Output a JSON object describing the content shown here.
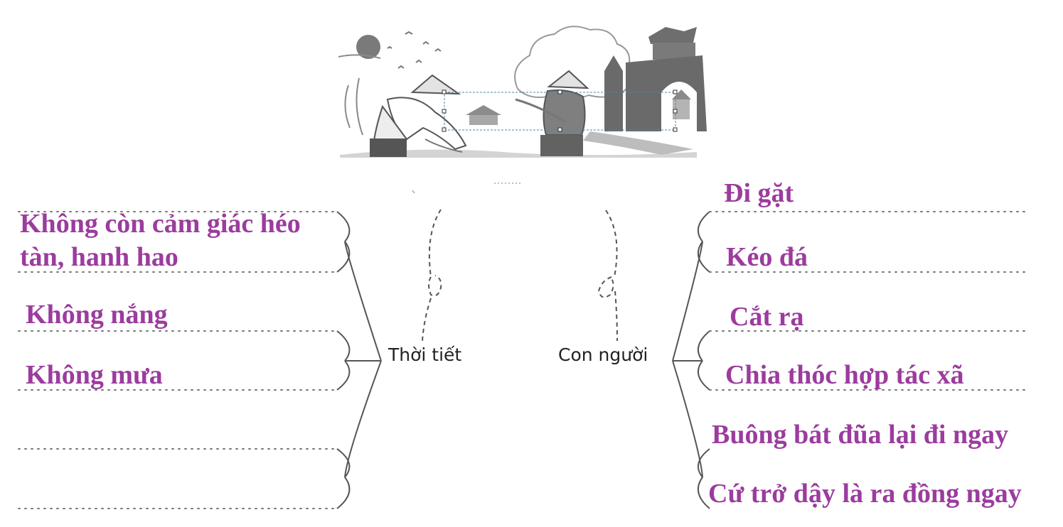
{
  "colors": {
    "answer_text": "#9b3c9e",
    "label_text": "#222222",
    "line": "#555555",
    "dotted_line": "#777777"
  },
  "illustration": {
    "subject": "farmers harvesting rice beside a village gate",
    "icons": [
      "sun-icon",
      "birds-icon",
      "tree-icon",
      "farmer-icon",
      "village-gate-icon",
      "house-icon"
    ]
  },
  "weather": {
    "label": "Thời tiết",
    "answers": [
      "Không còn cảm giác héo",
      "tàn, hanh hao",
      "Không nắng",
      "Không mưa"
    ]
  },
  "people": {
    "label": "Con người",
    "answers": [
      "Đi gặt",
      "Kéo đá",
      "Cắt rạ",
      "Chia thóc hợp tác xã",
      "Buông bát đũa lại đi ngay",
      "Cứ trở dậy là ra đồng ngay"
    ]
  }
}
